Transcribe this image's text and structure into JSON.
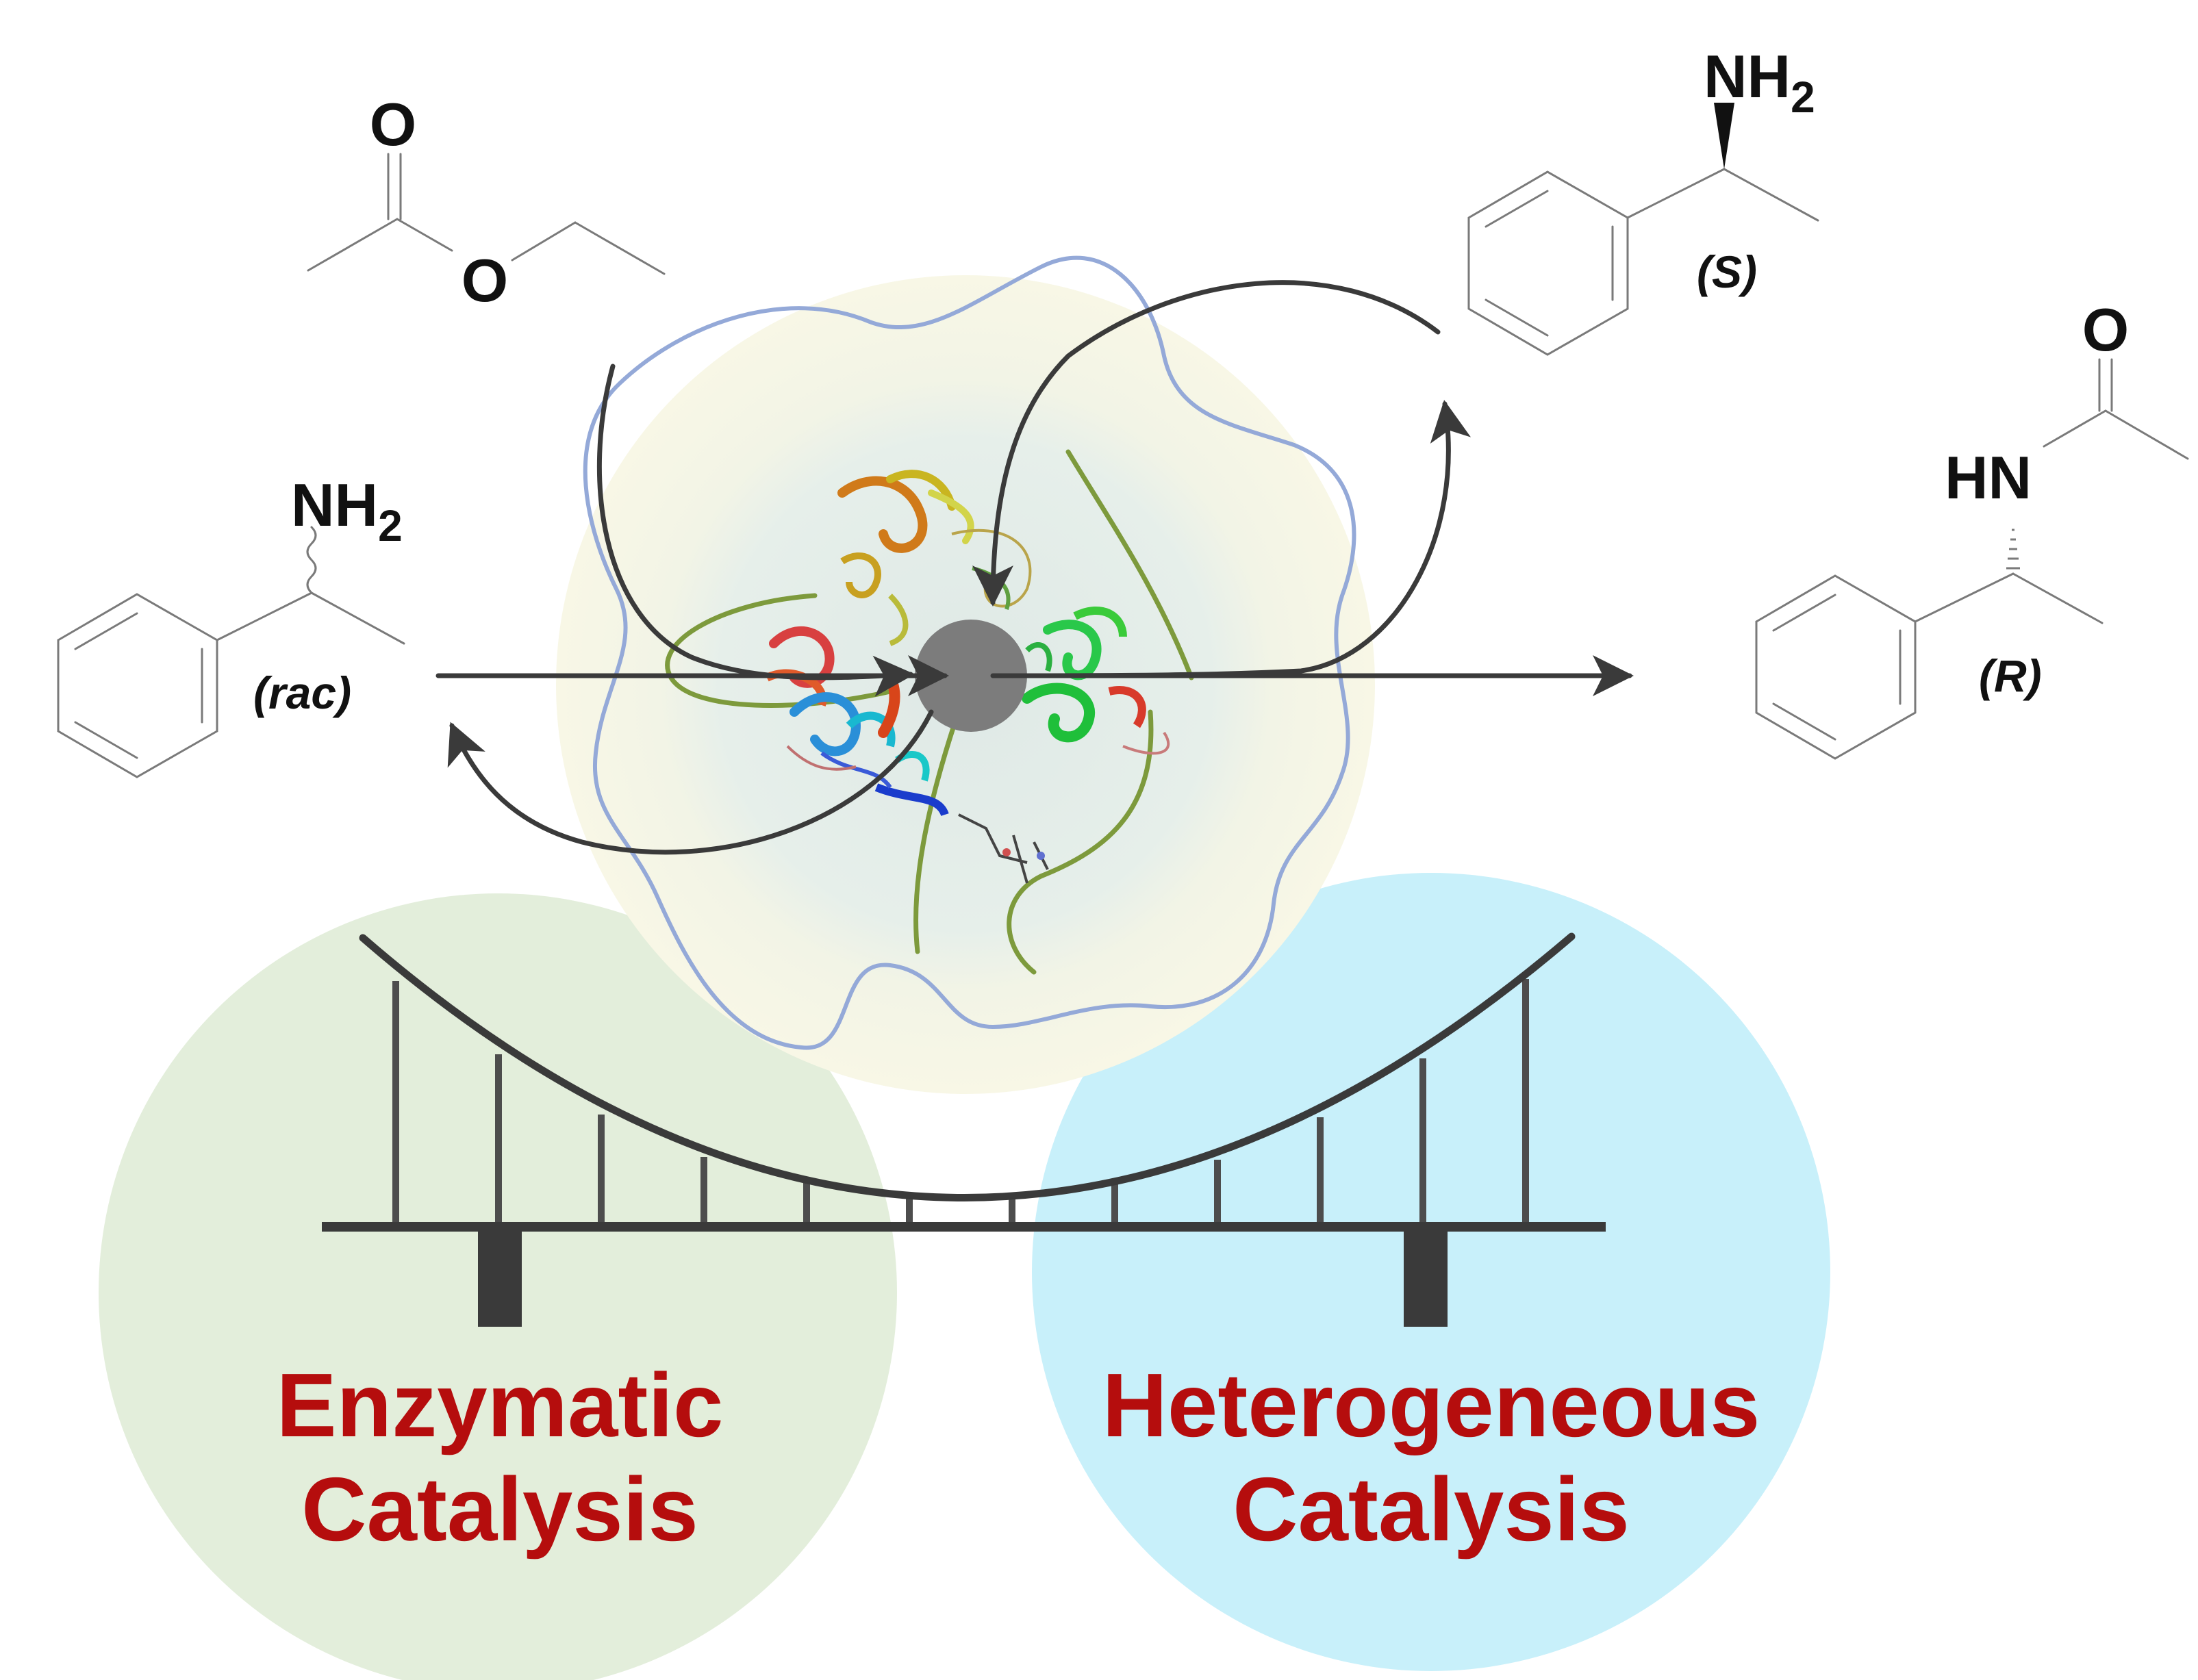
{
  "colors": {
    "enzymatic_circle": "#e3eedb",
    "heterogeneous_circle": "#c8f0fa",
    "halo_outer": "#f8f7e6",
    "halo_inner": "#e6efea",
    "wavy_polymer": "#94a9d8",
    "ligand_strands": "#7d9a3c",
    "nanoparticle": "#7c7c7c",
    "arrow": "#3a3a3a",
    "bridge": "#3a3a3a",
    "label_red": "#b50d0d"
  },
  "molecules": {
    "ethyl_acetate": {
      "o_carbonyl": "O",
      "o_ester": "O"
    },
    "racemic_amine": {
      "group": "NH",
      "subscript": "2",
      "tag": "(rac)"
    },
    "s_amine": {
      "group": "NH",
      "subscript": "2",
      "tag": "(S)"
    },
    "r_amide": {
      "o_label": "O",
      "nh_label": "HN",
      "tag": "(R)"
    }
  },
  "labels": {
    "enzymatic_line1": "Enzymatic",
    "enzymatic_line2": "Catalysis",
    "heterogeneous_line1": "Heterogeneous",
    "heterogeneous_line2": "Catalysis"
  },
  "icons": {
    "enzyme": "protein-ribbon-icon",
    "bridge": "suspension-bridge-icon"
  }
}
